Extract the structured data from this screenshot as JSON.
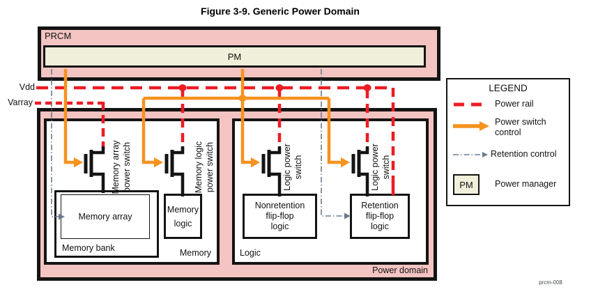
{
  "title": "Figure 3-9. Generic Power Domain",
  "figure_id": "prcm-008",
  "prcm": {
    "label": "PRCM",
    "pm": {
      "label": "PM"
    }
  },
  "rails": {
    "vdd_label": "Vdd",
    "varray_label": "Varray"
  },
  "power_domain": {
    "label": "Power domain",
    "memory": {
      "label": "Memory",
      "memory_bank": {
        "label": "Memory bank",
        "memory_array": {
          "label": "Memory array"
        }
      },
      "memory_logic": {
        "label": "Memory\nlogic"
      }
    },
    "logic": {
      "label": "Logic",
      "nonretention": {
        "label": "Nonretention\nflip-flop\nlogic"
      },
      "retention": {
        "label": "Retention\nflip-flop\nlogic"
      }
    },
    "switches": [
      {
        "label": "Memory array\npower switch"
      },
      {
        "label": "Memory logic\npower switch"
      },
      {
        "label": "Logic power\nswitch"
      },
      {
        "label": "Logic power\nswitch"
      }
    ]
  },
  "legend": {
    "title": "LEGEND",
    "power_rail": "Power rail",
    "power_switch_control": "Power switch\ncontrol",
    "retention_control": "Retention control",
    "power_manager": "Power manager",
    "pm_symbol": "PM"
  },
  "colors": {
    "power_rail_red": "#ec1c24",
    "power_switch_orange": "#f6921e",
    "retention_gray": "#6b7b8e",
    "domain_pink": "#f4c4c2",
    "pm_cream": "#f0efda"
  }
}
